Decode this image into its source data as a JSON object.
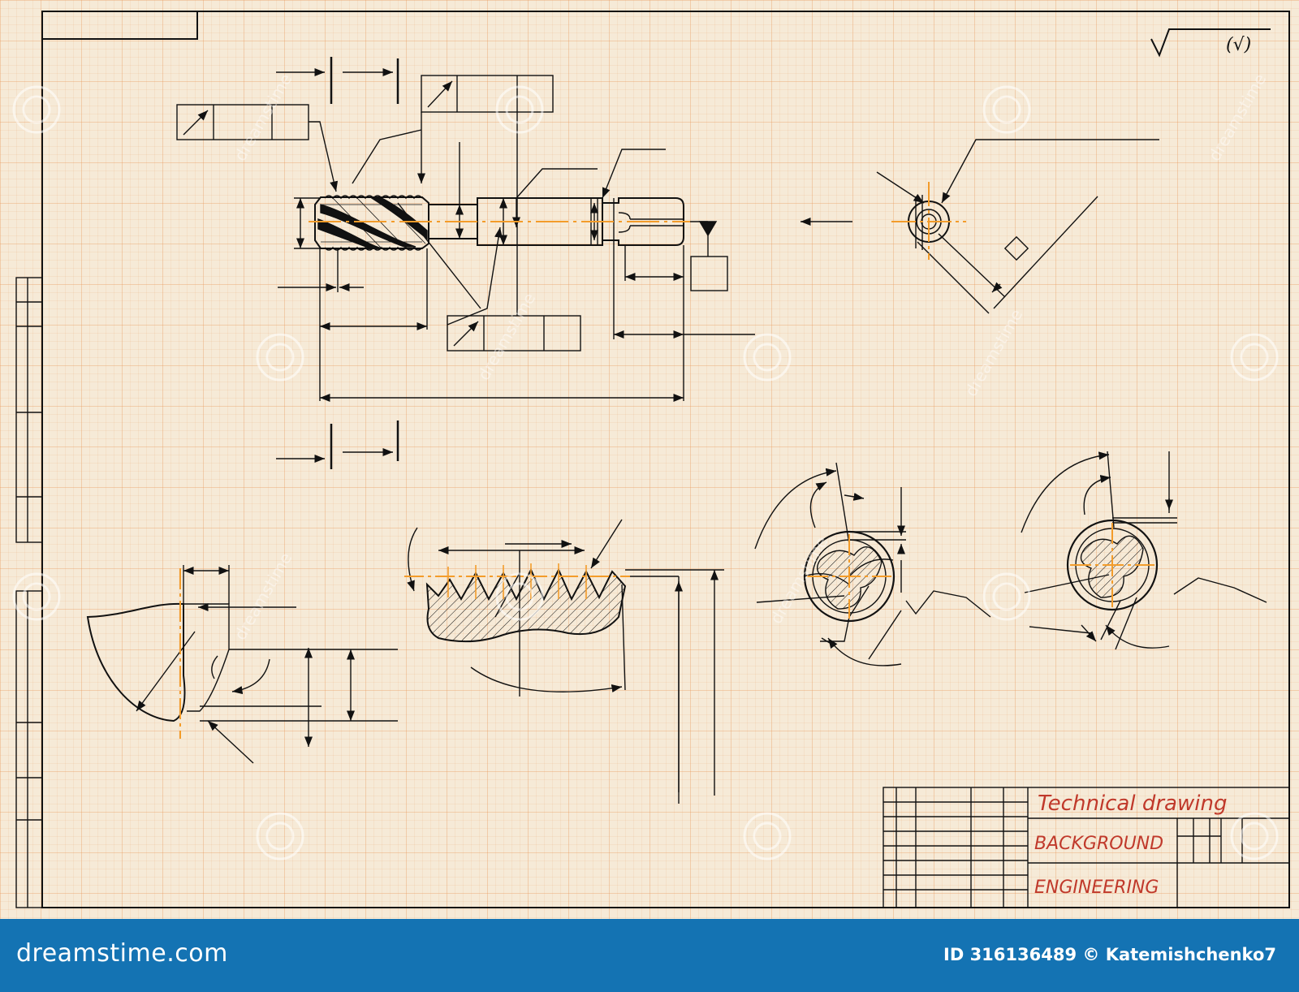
{
  "title_block": {
    "title": "Technical drawing",
    "line2": "BACKGROUND",
    "line3": "ENGINEERING"
  },
  "roughness_mark": "(√)",
  "watermark": {
    "text": "dreamstime"
  },
  "footer": {
    "logo": "dreamstime.com",
    "image_id": "ID 316136489 © Katemishchenko7"
  },
  "colors": {
    "paper": "#f6ead7",
    "grid": "#e8965a",
    "ink": "#111111",
    "axis": "#f39c2a",
    "title_text": "#c0392b",
    "footer_bar": "#1473b3"
  }
}
